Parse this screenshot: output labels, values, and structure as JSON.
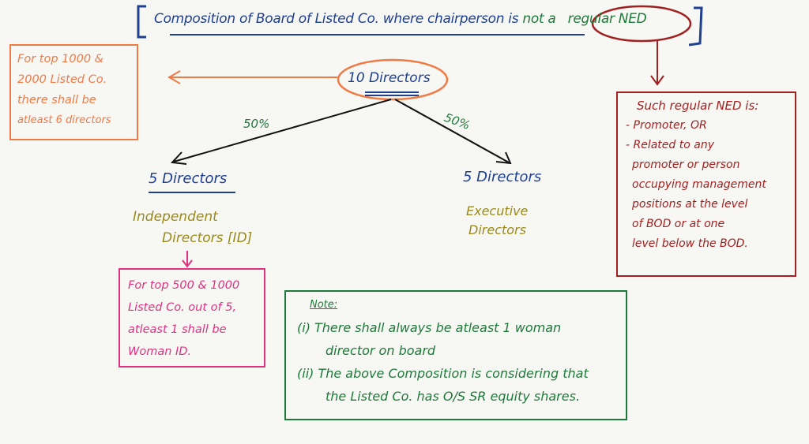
{
  "title": {
    "main": "Composition of Board of Listed Co. where chairperson is",
    "highlight": "not a",
    "circled": "regular NED"
  },
  "left_note": {
    "lines": [
      "For top 1000 &",
      "2000 Listed Co.",
      "there shall be",
      "atleast 6 directors"
    ]
  },
  "root": {
    "label": "10 Directors"
  },
  "splits": {
    "left_pct": "50%",
    "right_pct": "50%"
  },
  "left_branch": {
    "label": "5 Directors",
    "type_lines": [
      "Independent",
      "Directors [ID]"
    ],
    "note_lines": [
      "For top 500 & 1000",
      "Listed Co. out of 5,",
      "atleast 1 shall be",
      "Woman ID."
    ]
  },
  "right_branch": {
    "label": "5 Directors",
    "type_lines": [
      "Executive",
      "Directors"
    ]
  },
  "regular_ned": {
    "lines": [
      "Such regular NED is:",
      "- Promoter, OR",
      "- Related to any",
      "promoter or person",
      "occupying management",
      "positions at the level",
      "of BOD or at one",
      "level below the BOD."
    ]
  },
  "notes": {
    "heading": "Note:",
    "items": [
      "(i) There shall always be atleast 1 woman",
      "director on board",
      "(ii) The above Composition is considering that",
      "the Listed Co. has O/S SR equity shares."
    ]
  },
  "colors": {
    "blue": "#1f3f8f",
    "green": "#1e7a3a",
    "red": "#a12020",
    "orange": "#f07a45",
    "pink": "#e0317f",
    "olive": "#9a8a1a"
  }
}
